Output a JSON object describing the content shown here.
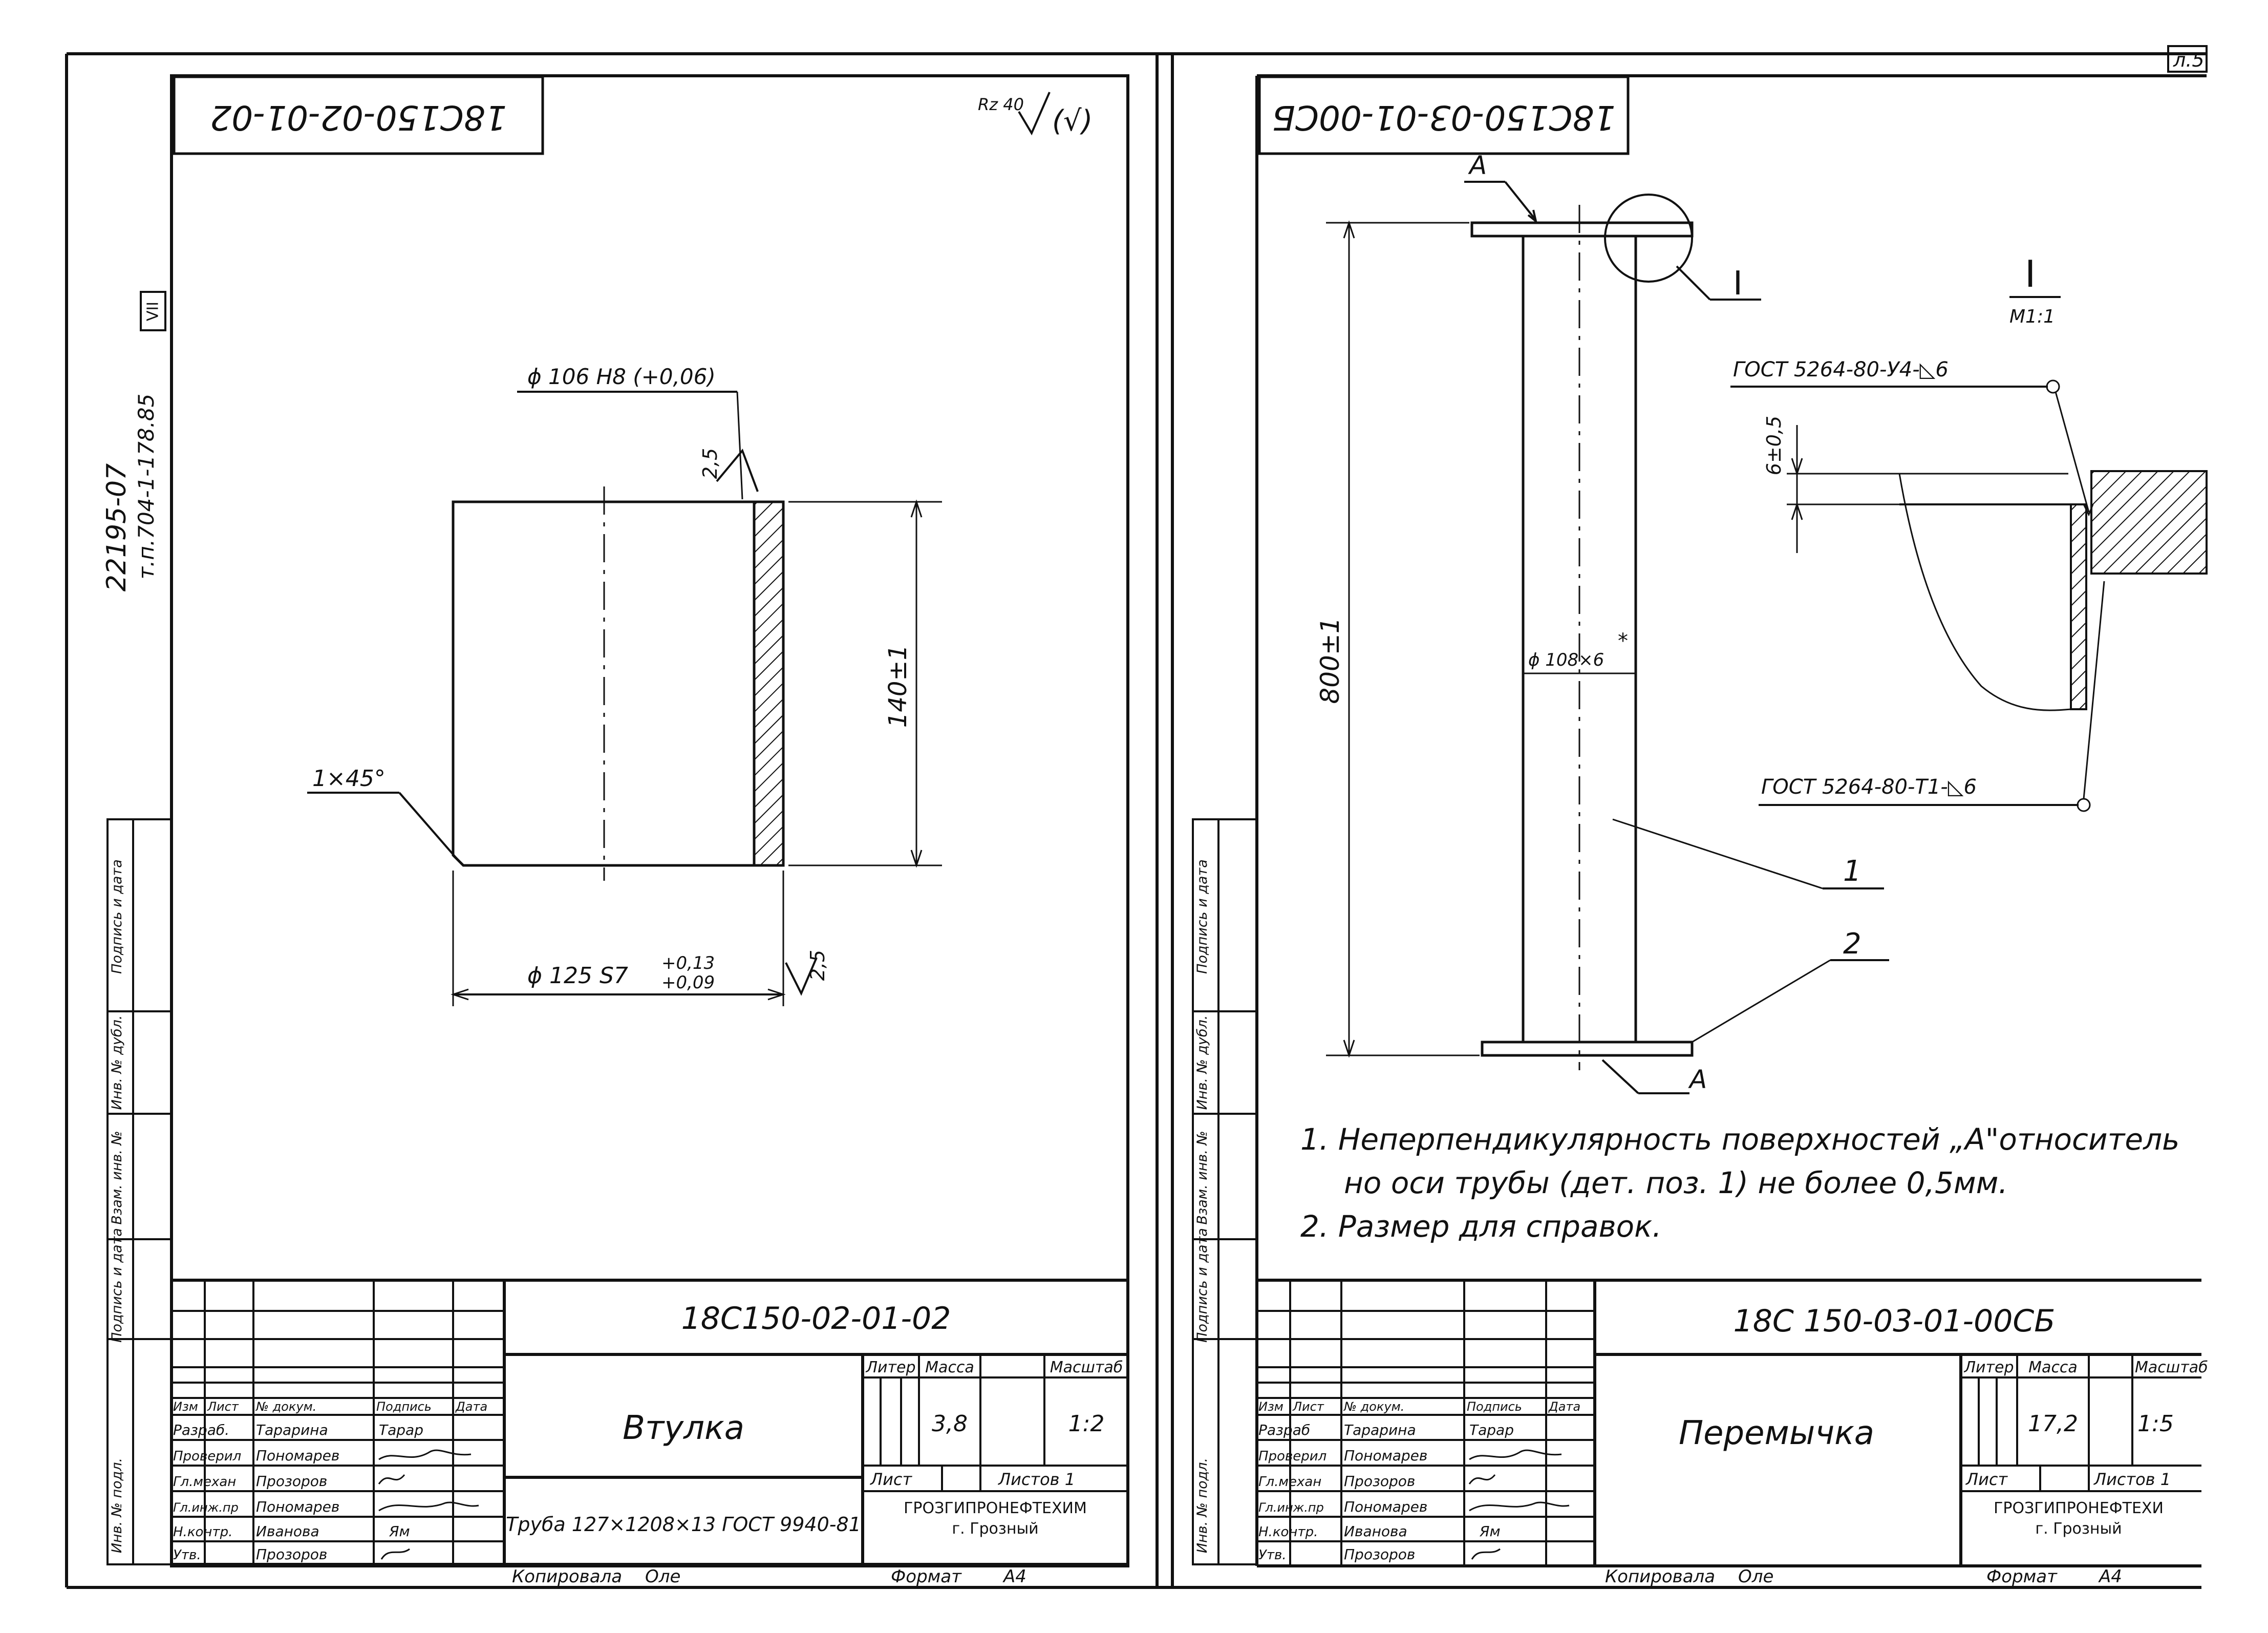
{
  "sheet": {
    "page_mark": "л.5",
    "side_stamp_line1": "22195-07",
    "side_stamp_line2": "т.п.704-1-178.85",
    "side_stamp_box": "VII",
    "margin_fields": [
      "Инв. № подл.",
      "Подпись и дата",
      "Взам. инв. №",
      "Инв. № дубл.",
      "Подпись и дата"
    ],
    "copied_by": "Копировала",
    "copied_sig": "Оле",
    "format_label": "Формат",
    "format_value": "А4"
  },
  "drawing_left": {
    "rotated_code": "18С150-02-01-02",
    "roughness": "Rz 40",
    "roughness_note": "(√)",
    "dim_inner": "ϕ 106 Н8 (+0,06)",
    "dim_inner_rough": "2,5",
    "dim_height": "140±1",
    "dim_chamfer": "1×45°",
    "dim_outer_main": "ϕ 125 S7",
    "dim_outer_tol_up": "+0,13",
    "dim_outer_tol_low": "+0,09",
    "dim_outer_rough": "2,5"
  },
  "drawing_right": {
    "rotated_code": "18С150-03-01-00СБ",
    "label_a_top": "А",
    "label_a_bottom": "А",
    "view_callout": "I",
    "detail_title": "I",
    "detail_scale": "М1:1",
    "dim_length": "800±1",
    "dim_pipe": "ϕ 108×6",
    "dim_pipe_star": "*",
    "weld_top": "ГОСТ 5264-80-У4-◺6",
    "weld_bottom": "ГОСТ 5264-80-Т1-◺6",
    "dim_gap": "6±0,5",
    "pos1": "1",
    "pos2": "2",
    "note1_line1": "1. Неперпендикулярность поверхностей „А\"относитель",
    "note1_line2": "но оси трубы (дет. поз. 1) не более 0,5мм.",
    "note2": "2. Размер для справок."
  },
  "title_blocks": {
    "headers": {
      "izm": "Изм",
      "list": "Лист",
      "doc": "№ докум.",
      "sign": "Подпись",
      "date": "Дата",
      "liter": "Литер",
      "mass": "Масса",
      "scale": "Масштаб",
      "sheet": "Лист",
      "sheets": "Листов"
    },
    "left": {
      "code": "18С150-02-01-02",
      "name": "Втулка",
      "material": "Труба 127×1208×13 ГОСТ 9940-81",
      "mass": "3,8",
      "scale": "1:2",
      "sheets": "Листов 1",
      "org1": "ГРОЗГИПРОНЕФТЕХИМ",
      "org2": "г. Грозный",
      "roles": [
        {
          "role": "Разраб.",
          "name": "Тарарина",
          "sig": "Тарар"
        },
        {
          "role": "Проверил",
          "name": "Пономарев",
          "sig": ""
        },
        {
          "role": "Гл.механ",
          "name": "Прозоров",
          "sig": ""
        },
        {
          "role": "Гл.инж.пр",
          "name": "Пономарев",
          "sig": ""
        },
        {
          "role": "Н.контр.",
          "name": "Иванова",
          "sig": "Ям"
        },
        {
          "role": "Утв.",
          "name": "Прозоров",
          "sig": ""
        }
      ]
    },
    "right": {
      "code": "18С 150-03-01-00СБ",
      "name": "Перемычка",
      "mass": "17,2",
      "scale": "1:5",
      "sheets": "Листов 1",
      "org1": "ГРОЗГИПРОНЕФТЕХИ",
      "org2": "г. Грозный",
      "roles": [
        {
          "role": "Разраб",
          "name": "Тарарина",
          "sig": "Тарар"
        },
        {
          "role": "Проверил",
          "name": "Пономарев",
          "sig": ""
        },
        {
          "role": "Гл.механ",
          "name": "Прозоров",
          "sig": ""
        },
        {
          "role": "Гл.инж.пр",
          "name": "Пономарев",
          "sig": ""
        },
        {
          "role": "Н.контр.",
          "name": "Иванова",
          "sig": "Ям"
        },
        {
          "role": "Утв.",
          "name": "Прозоров",
          "sig": ""
        }
      ]
    }
  },
  "colors": {
    "ink": "#111111",
    "paper": "#ffffff"
  }
}
